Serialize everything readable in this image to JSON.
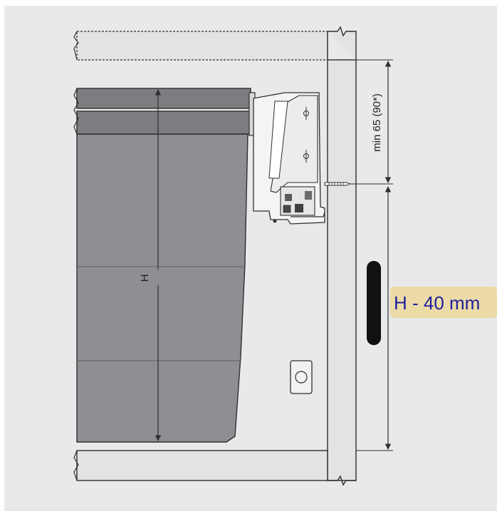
{
  "diagram": {
    "dimension_min_label": "min 65 (90*)",
    "dimension_height_label": "H",
    "callout_label": "H - 40 mm"
  },
  "colors": {
    "background": "#e8e9ea",
    "panel_fill": "#e2e3e4",
    "bin_body": "#8e8f92",
    "bin_rim": "#7c7d80",
    "outline": "#2f2f2f",
    "callout_fill": "#ecdba6",
    "callout_text": "#1e1e9e"
  }
}
